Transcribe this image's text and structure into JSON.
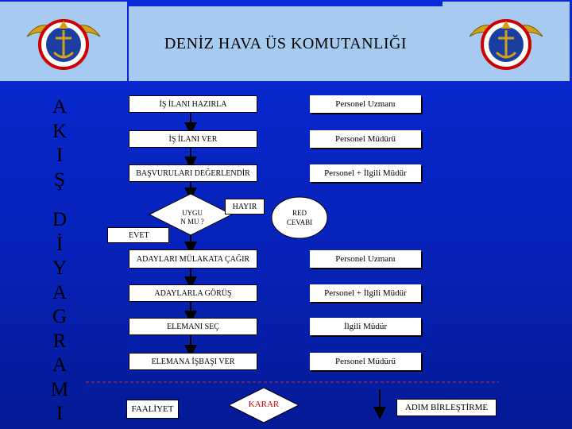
{
  "title": "DENİZ HAVA ÜS KOMUTANLIĞI",
  "side_label_top": [
    "A",
    "K",
    "I",
    "Ş"
  ],
  "side_label_bottom": [
    "D",
    "İ",
    "Y",
    "A",
    "G",
    "R",
    "A",
    "M",
    "I"
  ],
  "steps": [
    {
      "task": "İŞ İLANI HAZIRLA",
      "role": "Personel Uzmanı"
    },
    {
      "task": "İŞ İLANI VER",
      "role": "Personel Müdürü"
    },
    {
      "task": "BAŞVURULARI DEĞERLENDİR",
      "role": "Personel + İlgili Müdür"
    },
    {
      "task": "ADAYLARI MÜLAKATA ÇAĞIR",
      "role": "Personel Uzmanı"
    },
    {
      "task": "ADAYLARLA GÖRÜŞ",
      "role": "Personel + İlgili Müdür"
    },
    {
      "task": "ELEMANI SEÇ",
      "role": "İlgili Müdür"
    },
    {
      "task": "ELEMANA İŞBAŞI VER",
      "role": "Personel Müdürü"
    }
  ],
  "decision": {
    "text_line1": "UYGU",
    "text_line2": "N MU ?",
    "yes": "EVET",
    "no": "HAYIR"
  },
  "reject": {
    "line1": "RED",
    "line2": "CEVABI"
  },
  "legend": {
    "activity": "FAALİYET",
    "decision": "KARAR",
    "merge": "ADIM BİRLEŞTİRME"
  },
  "colors": {
    "background": "#0622b8",
    "header": "#a6caf0",
    "decision_text": "#cc0000",
    "legend_line": "#cc0000"
  }
}
